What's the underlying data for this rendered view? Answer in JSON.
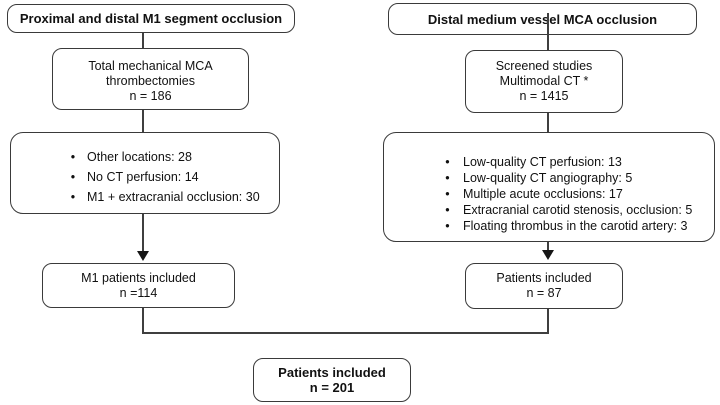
{
  "left": {
    "header": "Proximal and distal M1 segment occlusion",
    "total": {
      "lines": [
        "Total mechanical MCA",
        "thrombectomies",
        "n = 186"
      ]
    },
    "exclusions": [
      "Other locations: 28",
      "No CT perfusion: 14",
      "M1 + extracranial occlusion: 30"
    ],
    "included": {
      "lines": [
        "M1 patients included",
        "n =114"
      ]
    }
  },
  "right": {
    "header": "Distal medium vessel MCA occlusion",
    "screened": {
      "lines": [
        "Screened studies",
        "Multimodal CT *",
        "n = 1415"
      ]
    },
    "exclusions": [
      "Low-quality CT perfusion: 13",
      "Low-quality CT angiography: 5",
      "Multiple acute occlusions: 17",
      "Extracranial carotid stenosis, occlusion: 5",
      "Floating thrombus in the carotid artery: 3"
    ],
    "included": {
      "lines": [
        "Patients included",
        "n = 87"
      ]
    }
  },
  "final": {
    "lines": [
      "Patients included",
      "n = 201"
    ]
  },
  "bullet_icon": "•",
  "colors": {
    "line": "#3a3a3a",
    "text": "#111111",
    "background": "#ffffff"
  }
}
